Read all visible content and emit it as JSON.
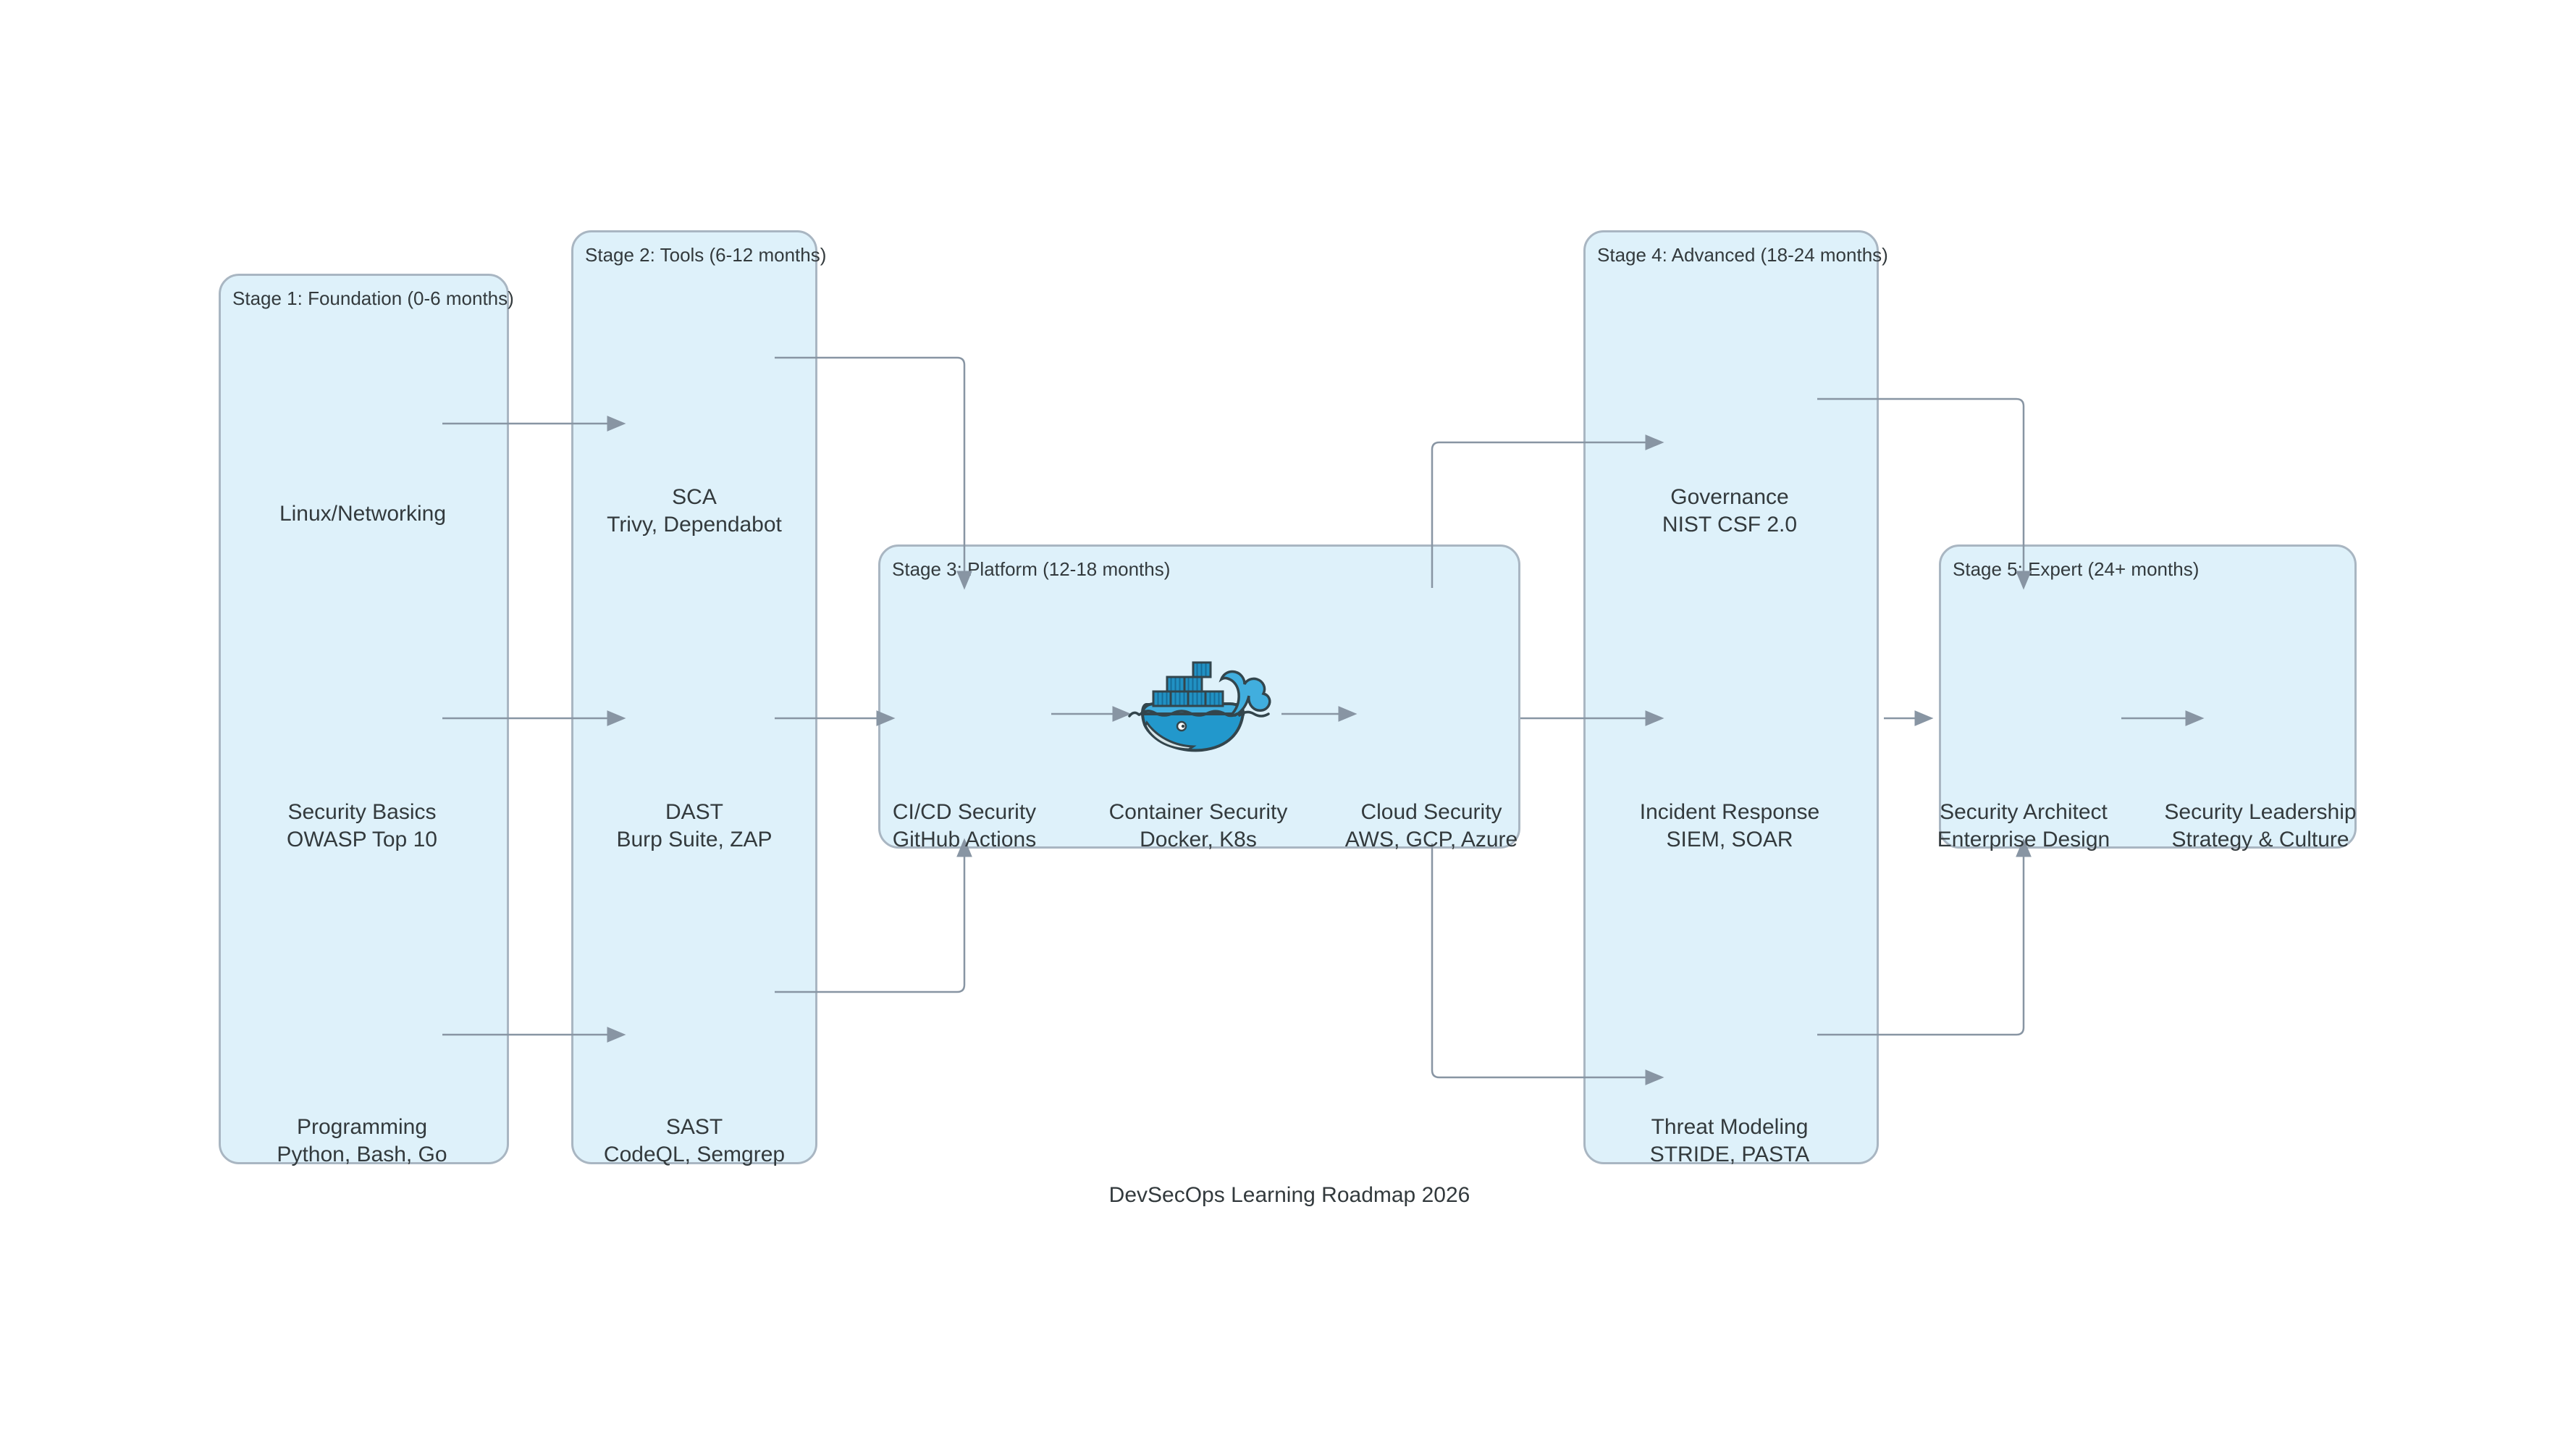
{
  "title": "DevSecOps Learning Roadmap 2026",
  "stages": [
    {
      "id": "stage1",
      "label": "Stage 1: Foundation (0-6 months)"
    },
    {
      "id": "stage2",
      "label": "Stage 2: Tools (6-12 months)"
    },
    {
      "id": "stage3",
      "label": "Stage 3: Platform (12-18 months)"
    },
    {
      "id": "stage4",
      "label": "Stage 4: Advanced (18-24 months)"
    },
    {
      "id": "stage5",
      "label": "Stage 5: Expert (24+ months)"
    }
  ],
  "nodes": {
    "linux": {
      "title": "Linux/Networking",
      "subtitle": ""
    },
    "basics": {
      "title": "Security Basics",
      "subtitle": "OWASP Top 10"
    },
    "programming": {
      "title": "Programming",
      "subtitle": "Python, Bash, Go"
    },
    "sca": {
      "title": "SCA",
      "subtitle": "Trivy, Dependabot"
    },
    "dast": {
      "title": "DAST",
      "subtitle": "Burp Suite, ZAP"
    },
    "sast": {
      "title": "SAST",
      "subtitle": "CodeQL, Semgrep"
    },
    "cicd": {
      "title": "CI/CD Security",
      "subtitle": "GitHub Actions"
    },
    "container": {
      "title": "Container Security",
      "subtitle": "Docker, K8s"
    },
    "cloud": {
      "title": "Cloud Security",
      "subtitle": "AWS, GCP, Azure"
    },
    "governance": {
      "title": "Governance",
      "subtitle": "NIST CSF 2.0"
    },
    "incident": {
      "title": "Incident Response",
      "subtitle": "SIEM, SOAR"
    },
    "threat": {
      "title": "Threat Modeling",
      "subtitle": "STRIDE, PASTA"
    },
    "architect": {
      "title": "Security Architect",
      "subtitle": "Enterprise Design"
    },
    "leadership": {
      "title": "Security Leadership",
      "subtitle": "Strategy & Culture"
    }
  },
  "icons": {
    "docker": "docker-whale-logo"
  },
  "edges": [
    {
      "from": "Linux/Networking",
      "to": "SCA"
    },
    {
      "from": "Security Basics",
      "to": "DAST"
    },
    {
      "from": "Programming",
      "to": "SAST"
    },
    {
      "from": "SCA",
      "to": "CI/CD Security"
    },
    {
      "from": "DAST",
      "to": "CI/CD Security"
    },
    {
      "from": "SAST",
      "to": "CI/CD Security"
    },
    {
      "from": "CI/CD Security",
      "to": "Container Security"
    },
    {
      "from": "Container Security",
      "to": "Cloud Security"
    },
    {
      "from": "Cloud Security",
      "to": "Governance"
    },
    {
      "from": "Cloud Security",
      "to": "Incident Response"
    },
    {
      "from": "Cloud Security",
      "to": "Threat Modeling"
    },
    {
      "from": "Governance",
      "to": "Security Architect"
    },
    {
      "from": "Incident Response",
      "to": "Security Architect"
    },
    {
      "from": "Threat Modeling",
      "to": "Security Architect"
    },
    {
      "from": "Security Architect",
      "to": "Security Leadership"
    }
  ],
  "colors": {
    "stage_fill": "#def1fa",
    "stage_border": "#a9b6c2",
    "text": "#333a3d",
    "arrow": "#8895a3",
    "docker_blue": "#2298cc",
    "background": "#ffffff"
  }
}
